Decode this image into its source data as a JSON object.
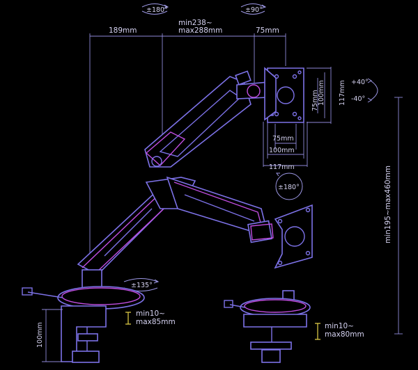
{
  "rotations": {
    "top_left": "±180°",
    "top_right": "±90°",
    "middle": "±180°",
    "base": "±135°"
  },
  "tilt": {
    "up": "+40°",
    "down": "-40°"
  },
  "dimensions": {
    "arm_offset": "189mm",
    "arm_reach_line1": "min238~",
    "arm_reach_line2": "max288mm",
    "plate_top": "75mm",
    "vesa_h_75": "75mm",
    "vesa_h_100": "100mm",
    "vesa_h_117": "117mm",
    "vesa_v_75": "75mm",
    "vesa_v_100": "100mm",
    "vesa_v_117": "117mm",
    "height_range": "min195~max460mm",
    "clamp_height": "100mm",
    "clamp_range_line1": "min10~",
    "clamp_range_line2": "max85mm",
    "grommet_range_line1": "min10~",
    "grommet_range_line2": "max80mm"
  },
  "colors": {
    "background": "#000000",
    "outline": "#7d72e8",
    "highlight": "#c04de0",
    "dimension": "#8f89d8",
    "range_marker": "#e8d44a",
    "text": "#d6d3f2"
  }
}
